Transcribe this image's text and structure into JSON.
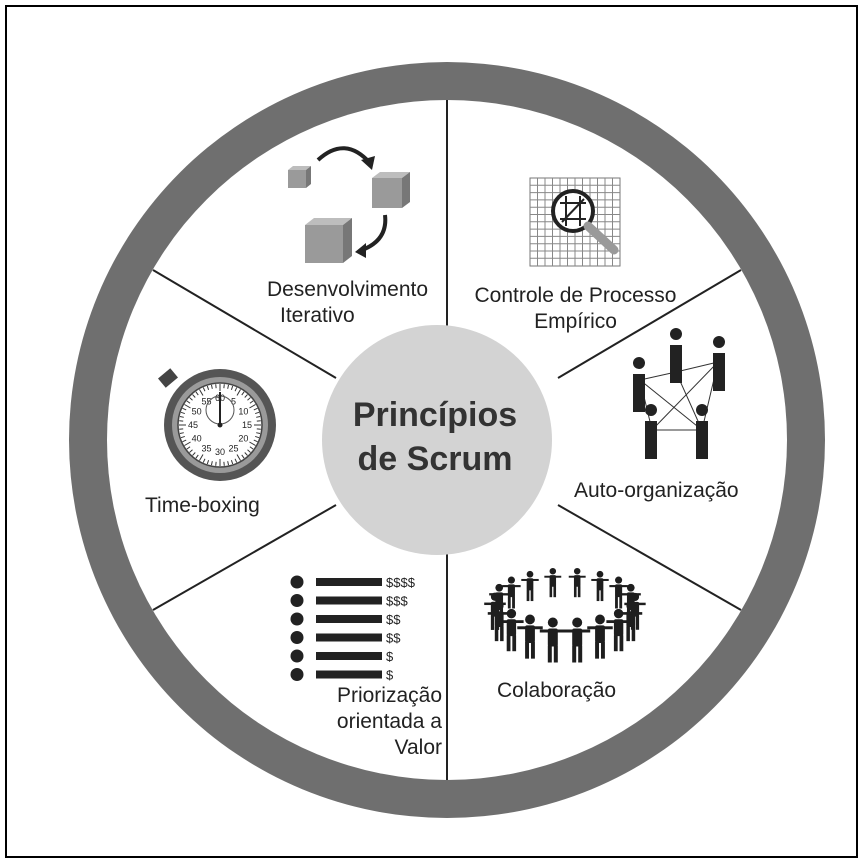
{
  "center": {
    "line1": "Princípios",
    "line2": "de Scrum"
  },
  "segments": [
    {
      "lines": [
        "Desenvolvimento",
        "Iterativo"
      ],
      "icon": "iteration-cubes-icon"
    },
    {
      "lines": [
        "Controle de Processo",
        "Empírico"
      ],
      "icon": "magnifier-grid-icon"
    },
    {
      "lines": [
        "Auto-organização"
      ],
      "icon": "network-people-icon"
    },
    {
      "lines": [
        "Colaboração"
      ],
      "icon": "people-circle-icon"
    },
    {
      "lines": [
        "Priorização",
        "orientada a",
        "Valor"
      ],
      "icon": "prioritized-list-icon"
    },
    {
      "lines": [
        "Time-boxing"
      ],
      "icon": "stopwatch-icon"
    }
  ],
  "priority_list": [
    "$$$$",
    "$$$",
    "$$",
    "$$",
    "$",
    "$"
  ],
  "stopwatch_numbers": [
    "60",
    "5",
    "10",
    "15",
    "20",
    "25",
    "30",
    "35",
    "40",
    "45",
    "50",
    "55"
  ],
  "colors": {
    "ring": "#6f6f6f",
    "center": "#d3d3d3",
    "text": "#222222"
  }
}
